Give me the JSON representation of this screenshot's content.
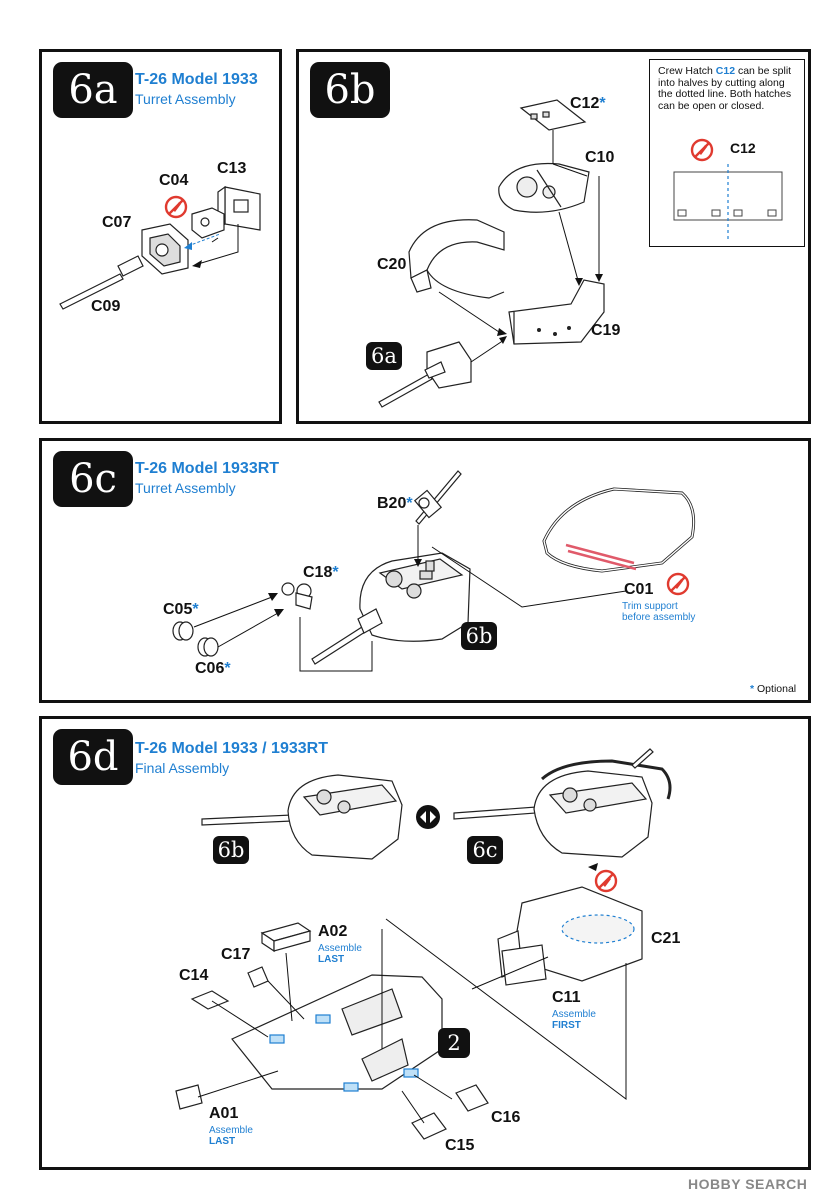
{
  "panels": {
    "p6a": {
      "badge": "6a",
      "title": "T-26 Model 1933",
      "subtitle": "Turret Assembly",
      "parts": {
        "c04": "C04",
        "c13": "C13",
        "c07": "C07",
        "c09": "C09"
      }
    },
    "p6b": {
      "badge": "6b",
      "parts": {
        "c12": "C12",
        "c10": "C10",
        "c20": "C20",
        "c19": "C19"
      },
      "ref_badge": "6a",
      "callout": {
        "pre": "Crew Hatch ",
        "part": "C12",
        "post": " can be split into halves by cutting along the dotted line.  Both hatches can be open or closed.",
        "part_label": "C12"
      }
    },
    "p6c": {
      "badge": "6c",
      "title": "T-26 Model 1933RT",
      "subtitle": "Turret Assembly",
      "parts": {
        "b20": "B20",
        "c18": "C18",
        "c05": "C05",
        "c06": "C06",
        "c01": "C01"
      },
      "c01_note_1": "Trim support",
      "c01_note_2": "before assembly",
      "ref_badge": "6b",
      "optional_star": "*",
      "optional_label": "Optional"
    },
    "p6d": {
      "badge": "6d",
      "title": "T-26 Model 1933 / 1933RT",
      "subtitle": "Final Assembly",
      "ref_6b": "6b",
      "ref_6c": "6c",
      "ref_2": "2",
      "parts": {
        "a02": "A02",
        "c17": "C17",
        "c14": "C14",
        "c21": "C21",
        "c11": "C11",
        "a01": "A01",
        "c16": "C16",
        "c15": "C15"
      },
      "a02_note_1": "Assemble",
      "a02_note_2": "LAST",
      "c11_note_1": "Assemble",
      "c11_note_2": "FIRST",
      "a01_note_1": "Assemble",
      "a01_note_2": "LAST"
    }
  },
  "common": {
    "star": "*"
  },
  "watermark": "HOBBY SEARCH",
  "colors": {
    "accent": "#1f7fd1",
    "prohibit": "#e03a2f",
    "trim": "#e05a6a"
  }
}
